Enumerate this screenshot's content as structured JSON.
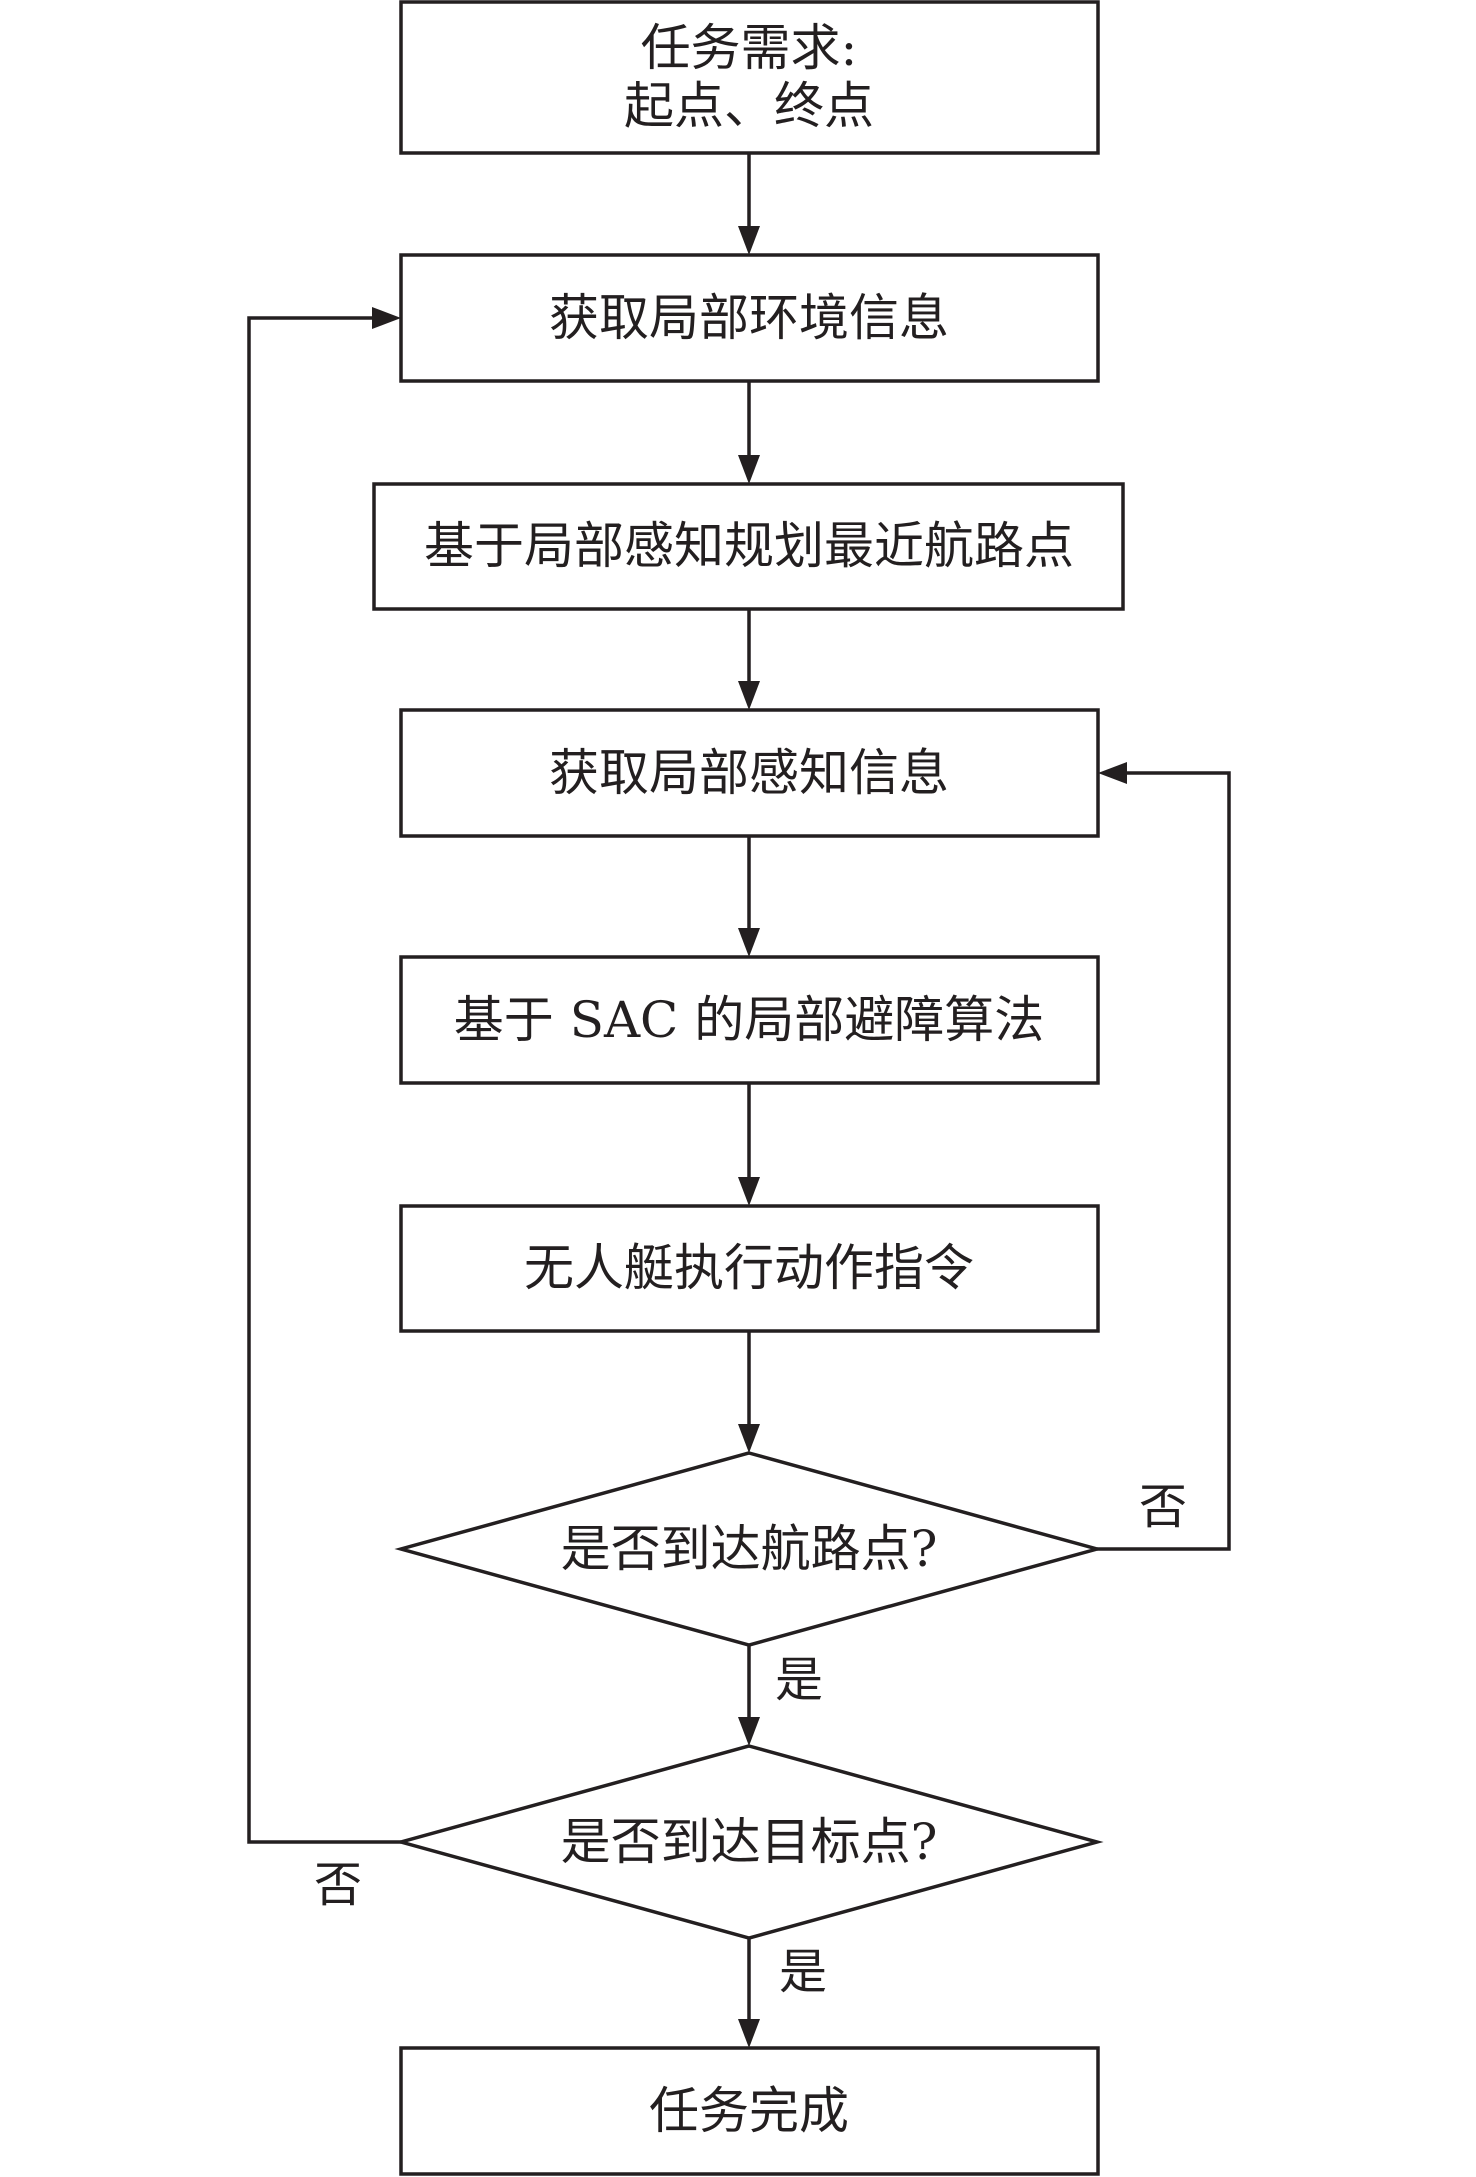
{
  "nodes": {
    "task_requirement": {
      "line1": "任务需求:",
      "line2": "起点、终点"
    },
    "get_env_info": "获取局部环境信息",
    "plan_waypoint": "基于局部感知规划最近航路点",
    "get_perception_info": "获取局部感知信息",
    "sac_avoidance": "基于 SAC 的局部避障算法",
    "usv_execute": "无人艇执行动作指令",
    "reach_waypoint": "是否到达航路点?",
    "reach_target": "是否到达目标点?",
    "task_complete": "任务完成"
  },
  "edge_labels": {
    "waypoint_no": "否",
    "waypoint_yes": "是",
    "target_no": "否",
    "target_yes": "是"
  }
}
